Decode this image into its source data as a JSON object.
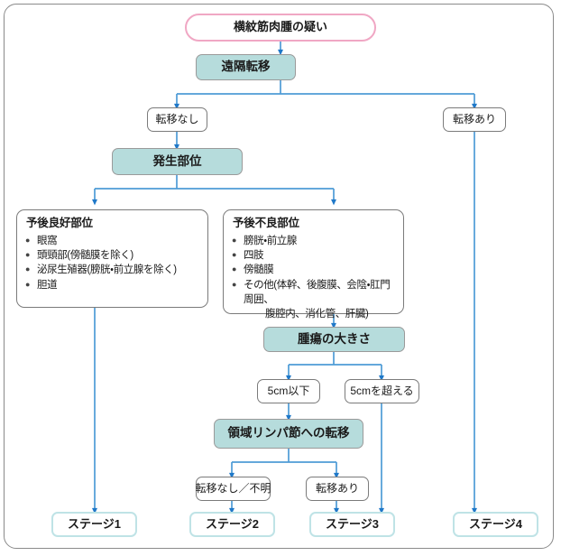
{
  "diagram": {
    "title_node": {
      "label": "横紋筋肉腫の疑い"
    },
    "decisions": {
      "metastasis": "遠隔転移",
      "site": "発生部位",
      "tumor_size": "腫瘍の大きさ",
      "regional_ln": "領域リンパ節への転移"
    },
    "options": {
      "no_metastasis": "転移なし",
      "has_metastasis": "転移あり",
      "size_le5": "5cm以下",
      "size_gt5": "5cmを超える",
      "ln_none_unknown": "転移なし／不明",
      "ln_positive": "転移あり"
    },
    "panels": {
      "favorable": {
        "title": "予後良好部位",
        "items": [
          {
            "text": "眼窩",
            "cont": ""
          },
          {
            "text": "頭頸部(傍髄膜を除く)",
            "cont": ""
          },
          {
            "text": "泌尿生殖器(膀胱・前立腺を除く)",
            "cont": ""
          },
          {
            "text": "胆道",
            "cont": ""
          }
        ]
      },
      "unfavorable": {
        "title": "予後不良部位",
        "items": [
          {
            "text": "膀胱・前立腺",
            "cont": ""
          },
          {
            "text": "四肢",
            "cont": ""
          },
          {
            "text": "傍髄膜",
            "cont": ""
          },
          {
            "text": "その他(体幹、後腹膜、会陰・肛門周囲、",
            "cont": "腹腔内、消化管、肝臓)"
          }
        ]
      }
    },
    "stages": {
      "stage1": "ステージ1",
      "stage2": "ステージ2",
      "stage3": "ステージ3",
      "stage4": "ステージ4"
    },
    "bullet_glyph": "●",
    "colors": {
      "frame_border": "#8a8a8a",
      "pill_border": "#f0a7c4",
      "teal_fill": "#b6dcdc",
      "node_border": "#7b7b7b",
      "stage_border": "#bfe3e6",
      "connector": "#3c8fd0",
      "text": "#1a1a1a"
    }
  }
}
